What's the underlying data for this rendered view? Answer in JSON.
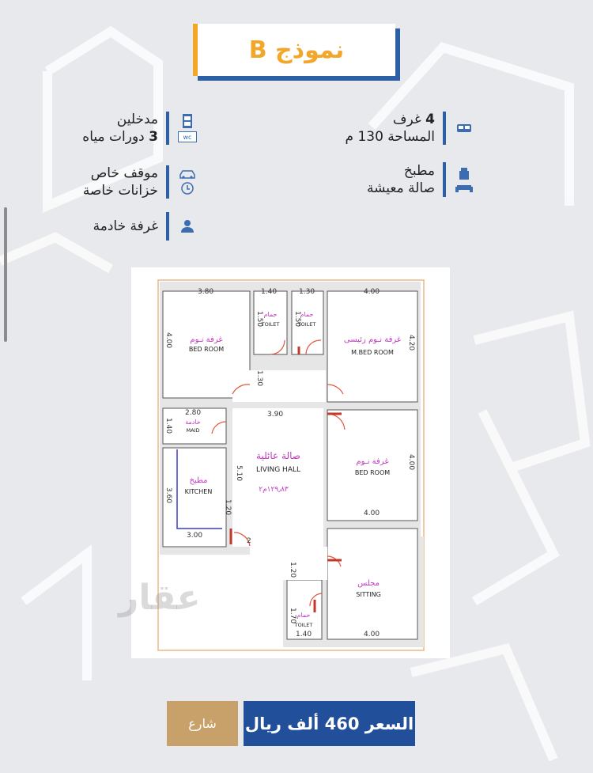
{
  "title": "نموذج B",
  "features": {
    "rooms_num": "4",
    "rooms_label": "غرف",
    "area": "المساحة 130 م",
    "kitchen": "مطبخ",
    "living": "صالة معيشة",
    "entrances": "مدخلين",
    "wc_num": "3",
    "wc_label": "دورات مياه",
    "parking": "موقف خاص",
    "tanks": "خزانات خاصة",
    "maid": "غرفة خادمة"
  },
  "plan": {
    "dims": {
      "d380": "3.80",
      "d140a": "1.40",
      "d130a": "1.30",
      "d400top": "4.00",
      "d400left": "4.00",
      "d420": "4.20",
      "d150a": "1.50",
      "d150b": "1.50",
      "d130mid": "1.30",
      "d280": "2.80",
      "d140maid": "1.40",
      "d390": "3.90",
      "d360": "3.60",
      "d510": "5.10",
      "d120": "1.20",
      "d300": "3.00",
      "d400bed2v": "4.00",
      "d400bed2h": "4.00",
      "d120b": "1.20",
      "d170": "1.70",
      "d140bot": "1.40",
      "d400bot": "4.00",
      "door2": "2"
    },
    "rooms": {
      "bed1_ar": "غرفة نـوم",
      "bed1_en": "BED ROOM",
      "toilet1_ar": "حمام",
      "toilet1_en": "TOILET",
      "toilet2_ar": "حمام",
      "toilet2_en": "TOILET",
      "mbed_ar": "غرفة نـوم رئيسى",
      "mbed_en": "M.BED ROOM",
      "maid_ar": "خادمة",
      "maid_en": "MAID",
      "kitchen_ar": "مطبخ",
      "kitchen_en": "KITCHEN",
      "living_ar": "صالة عائلية",
      "living_en": "LIVING HALL",
      "living_area": "١٢٩٫٨٣م٢",
      "bed2_ar": "غرفة نـوم",
      "bed2_en": "BED ROOM",
      "sitting_ar": "مجلس",
      "sitting_en": "SITTING",
      "toilet3_ar": "حمام",
      "toilet3_en": "TOILET"
    }
  },
  "watermark": "عقار",
  "price": "السعر 460 ألف ريال",
  "street": "شارع",
  "colors": {
    "accent": "#f2a72a",
    "primary": "#214f99",
    "tan": "#c8a06a"
  }
}
